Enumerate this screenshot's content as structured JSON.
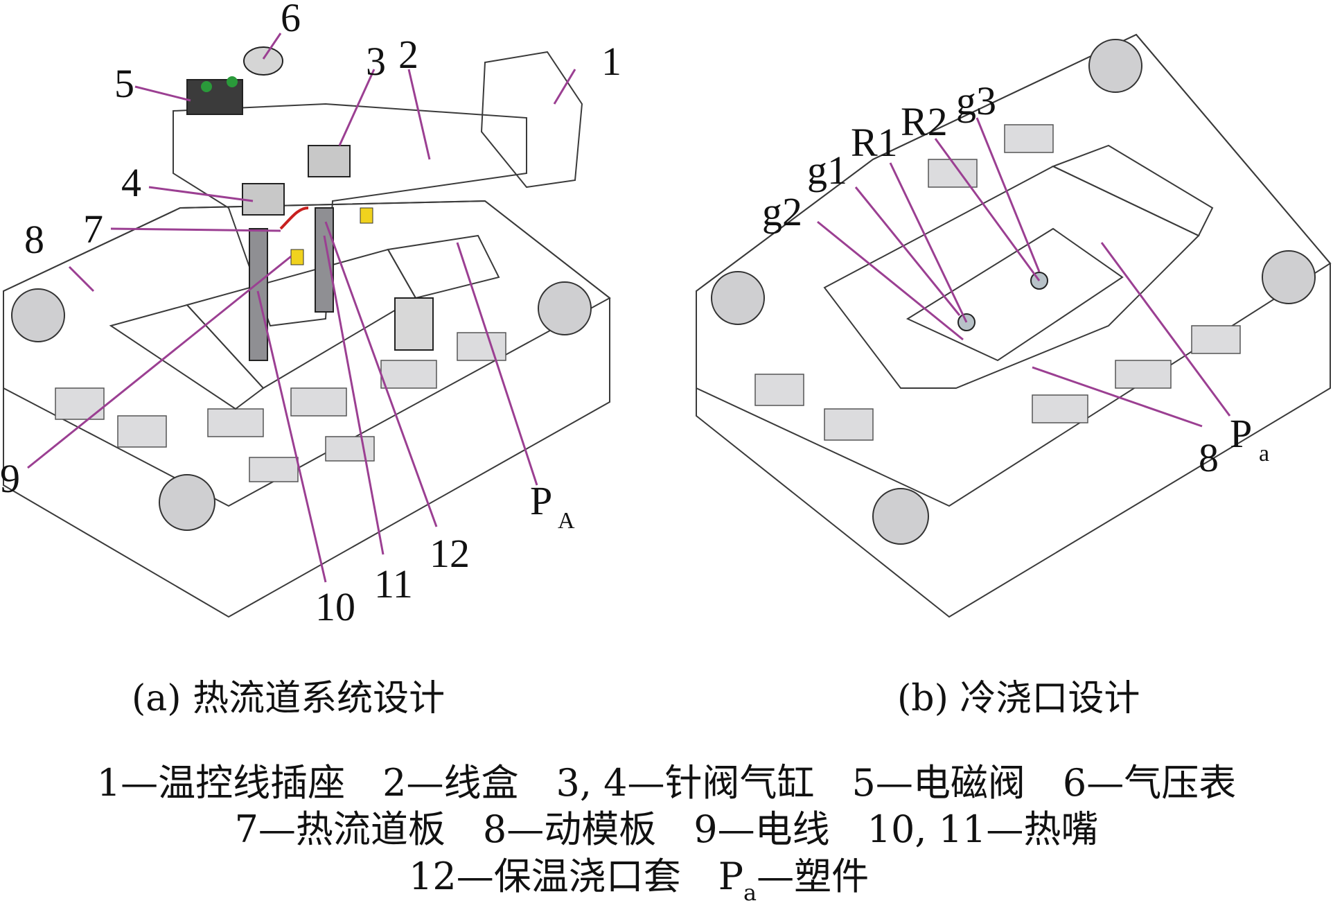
{
  "panel_a": {
    "caption": "(a) 热流道系统设计",
    "callouts": {
      "c1": "1",
      "c2": "2",
      "c3": "3",
      "c4": "4",
      "c5": "5",
      "c6": "6",
      "c7": "7",
      "c8": "8",
      "c9": "9",
      "c10": "10",
      "c11": "11",
      "c12": "12",
      "pa_main": "P",
      "pa_sub": "A"
    }
  },
  "panel_b": {
    "caption": "(b) 冷浇口设计",
    "callouts": {
      "g1": "g1",
      "g2": "g2",
      "g3": "g3",
      "r1": "R1",
      "r2": "R2",
      "c8": "8",
      "pa_main": "P",
      "pa_sub": "a"
    }
  },
  "legend": {
    "line1": "1—温控线插座　2—线盒　3, 4—针阀气缸　5—电磁阀　6—气压表",
    "line2": "7—热流道板　8—动模板　9—电线　10, 11—热嘴",
    "line3_main": "12—保温浇口套　P",
    "line3_sub": "a",
    "line3_tail": "—塑件"
  },
  "colors": {
    "mold_steel": "#e9e9ea",
    "part_blue": "#3aa6d8",
    "manifold_pink": "#eccbcb",
    "socket_red": "#b23a3a",
    "leader": "#9b3f92"
  }
}
